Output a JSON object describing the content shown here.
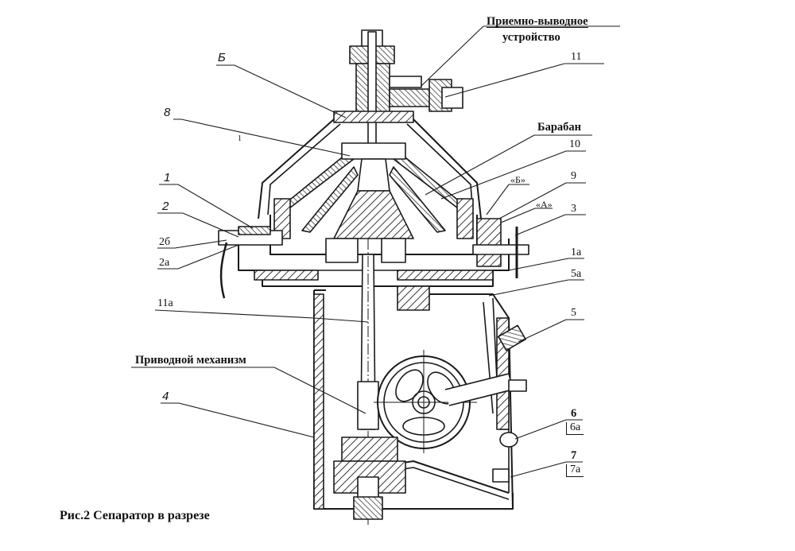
{
  "figure": {
    "caption": "Рис.2 Сепаратор в разрезе",
    "subject": "separator cross-section"
  },
  "labels": {
    "intake_outlet_line1": "Приемно-выводное",
    "intake_outlet_line2": "устройство",
    "n11": "11",
    "b_cyr": "Б",
    "n8": "8",
    "n_small": "1",
    "drum": "Барабан",
    "n10": "10",
    "b_quoted": "«Б»",
    "n9": "9",
    "a_quoted": "«А»",
    "n3": "3",
    "n1": "1",
    "n2": "2",
    "n2b": "2б",
    "n2a": "2а",
    "n1a": "1а",
    "n5a": "5а",
    "n11a": "11а",
    "n5": "5",
    "drive": "Приводной механизм",
    "n4": "4",
    "n6": "6",
    "n6a": "6а",
    "n7": "7",
    "n7a": "7а"
  }
}
